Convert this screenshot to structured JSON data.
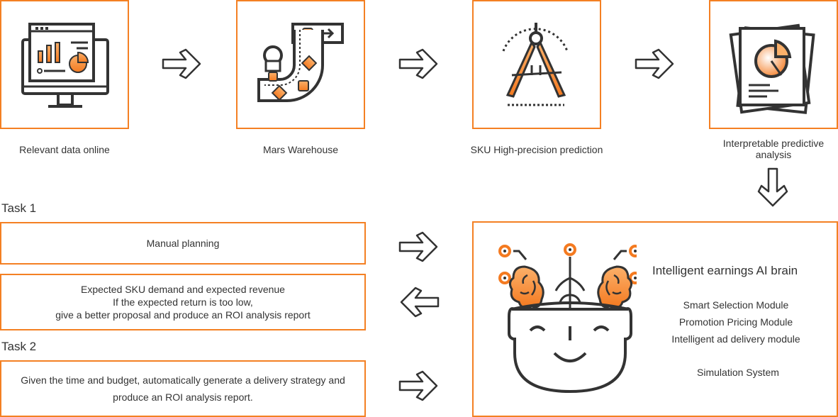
{
  "steps": [
    {
      "label": "Relevant data online",
      "icon": "monitor-chart-icon"
    },
    {
      "label": "Mars Warehouse",
      "icon": "warehouse-robot-icon"
    },
    {
      "label": "SKU High-precision prediction",
      "icon": "compass-icon"
    },
    {
      "label": "Interpretable predictive analysis",
      "icon": "report-documents-icon"
    }
  ],
  "task1": {
    "title": "Task 1",
    "manual": "Manual planning",
    "result_lines": [
      "Expected SKU demand and expected revenue",
      "If the expected return is too low,",
      "give a better proposal and produce an ROI analysis report"
    ]
  },
  "task2": {
    "title": "Task 2",
    "lines": [
      "Given the time and budget, automatically generate a delivery strategy and",
      "produce an ROI analysis report."
    ]
  },
  "brain": {
    "title": "Intelligent earnings AI brain",
    "modules": [
      "Smart Selection Module",
      "Promotion Pricing Module",
      "Intelligent ad delivery module"
    ],
    "simulation": "Simulation System",
    "icon": "ai-brain-head-icon"
  },
  "colors": {
    "accent": "#f48023",
    "stroke": "#333333",
    "orange_light": "#fbb06a"
  }
}
